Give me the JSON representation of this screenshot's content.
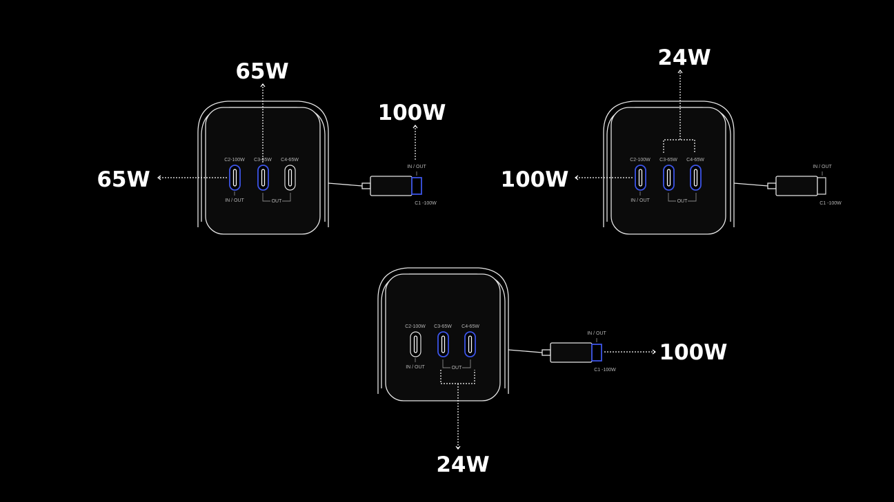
{
  "colors": {
    "background": "#000000",
    "line": "#e6e6e6",
    "active_port": "#3d55e8",
    "label": "#ffffff"
  },
  "port_labels": {
    "c2": "C2-100W",
    "c3": "C3-65W",
    "c4": "C4-65W",
    "in_out": "IN / OUT",
    "out": "OUT",
    "c1": "C1 -100W"
  },
  "scenarios": [
    {
      "id": "scenario-1",
      "active_ports": [
        "c1",
        "c2",
        "c3"
      ],
      "outputs": {
        "c1": "100W",
        "c2": "65W",
        "c3": "65W"
      }
    },
    {
      "id": "scenario-2",
      "active_ports": [
        "c2",
        "c3",
        "c4"
      ],
      "outputs": {
        "c2": "100W",
        "c3c4": "24W"
      }
    },
    {
      "id": "scenario-3",
      "active_ports": [
        "c1",
        "c3",
        "c4"
      ],
      "outputs": {
        "c1": "100W",
        "c3c4": "24W"
      }
    }
  ]
}
